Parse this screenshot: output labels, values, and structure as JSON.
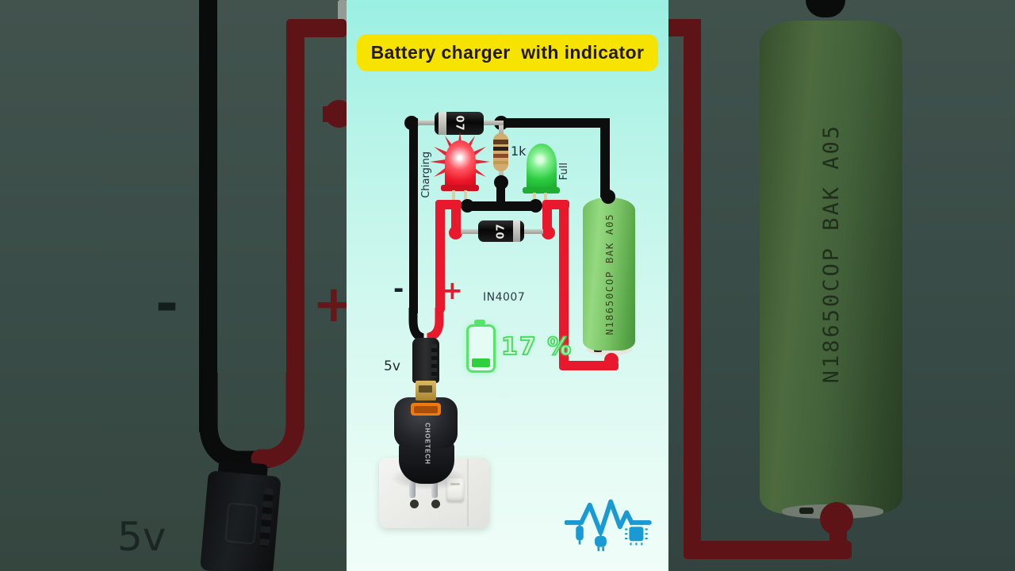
{
  "video": {
    "title": "Battery charger  with indicator",
    "circuit": {
      "charging_label": "Charging",
      "full_label": "Full",
      "resistor_label": "1k",
      "diode_label": "IN4007",
      "diode_marking": "07",
      "minus": "-",
      "plus": "+",
      "supply_label": "5v",
      "battery_model": "N18650COP BAK A05",
      "charge_percent": "17 %",
      "charger_brand": "CHOETECH"
    }
  },
  "backdrop": {
    "minus": "-",
    "plus": "+",
    "supply_label": "5v",
    "battery_model": "N18650COP BAK A05"
  },
  "colors": {
    "banner_yellow": "#f6e400",
    "wire_black": "#0d0d0d",
    "wire_red": "#e8192c",
    "indicator_green": "#54e46a",
    "battery_green": "#7cc468",
    "backdrop_teal": "#3d4f4a",
    "logo_blue": "#1a9ad2"
  }
}
